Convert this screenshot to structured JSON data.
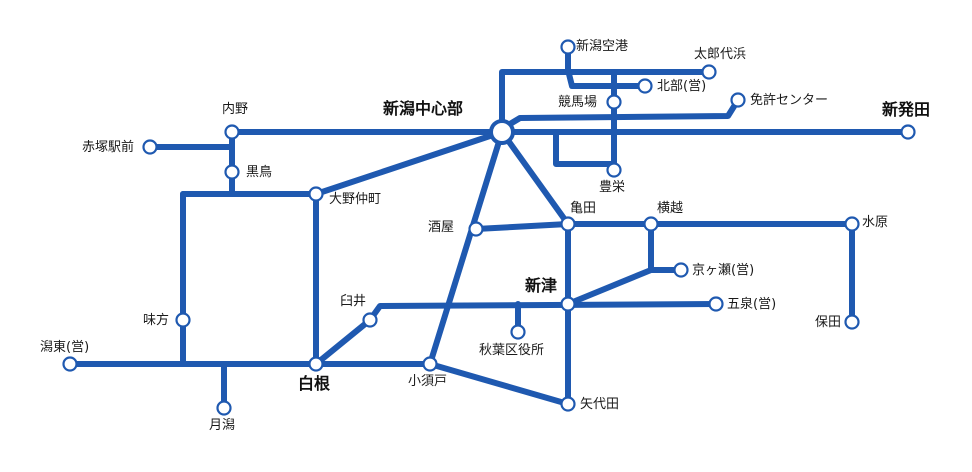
{
  "colors": {
    "route": "#1f59b0",
    "text": "#1a1a1a",
    "background": "#ffffff"
  },
  "stations": {
    "niigata_chushinbu": "新潟中心部",
    "shin_hotta": "新発田",
    "naino": "内野",
    "akatsuka_ekimae": "赤塚駅前",
    "kurotori": "黒鳥",
    "ajikata": "味方",
    "katahigashi": "潟東(営)",
    "tsukigata": "月潟",
    "shirone": "白根",
    "ono_nakamachi": "大野仲町",
    "usui": "臼井",
    "kosudo": "小須戸",
    "sakaya": "酒屋",
    "kameda": "亀田",
    "yokogoshi": "横越",
    "suibara": "水原",
    "hotta": "保田",
    "niitsu": "新津",
    "kyogase": "京ヶ瀬(営)",
    "gosen": "五泉(営)",
    "akiha_kuyakusho": "秋葉区役所",
    "yashiroda": "矢代田",
    "niigata_kuko": "新潟空港",
    "tarodaihama": "太郎代浜",
    "hokubu": "北部(営)",
    "keibajo": "競馬場",
    "menkyo_center": "免許センター",
    "hoei": "豊栄"
  }
}
